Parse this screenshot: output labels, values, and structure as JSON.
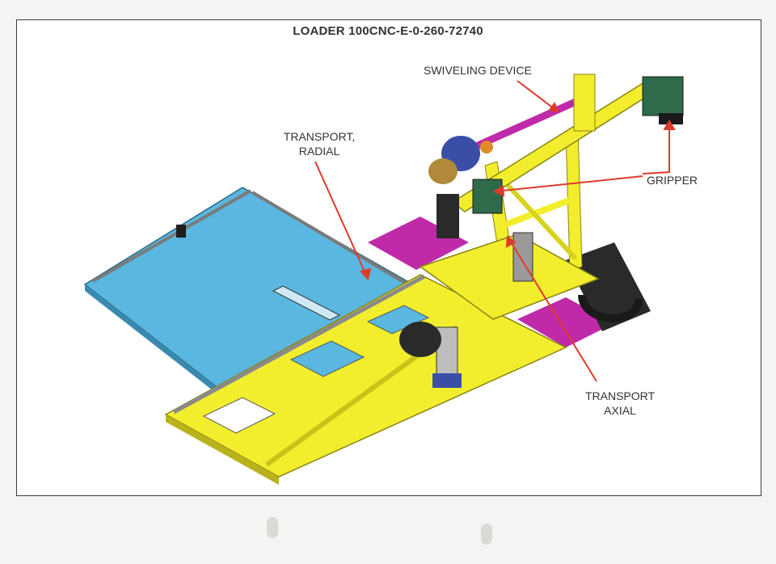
{
  "title": "LOADER 100CNC-E-0-260-72740",
  "labels": {
    "swiveling_device": "SWIVELING DEVICE",
    "transport_radial_line1": "TRANSPORT,",
    "transport_radial_line2": "RADIAL",
    "gripper": "GRIPPER",
    "transport_axial_line1": "TRANSPORT",
    "transport_axial_line2": "AXIAL"
  },
  "colors": {
    "frame_yellow": "#f2ee2e",
    "table_blue": "#5ab7e0",
    "base_magenta": "#c02aa8",
    "arrow_red": "#e03a2a",
    "motor_blue": "#3a4ea8",
    "dark_metal": "#2a2a2a"
  }
}
